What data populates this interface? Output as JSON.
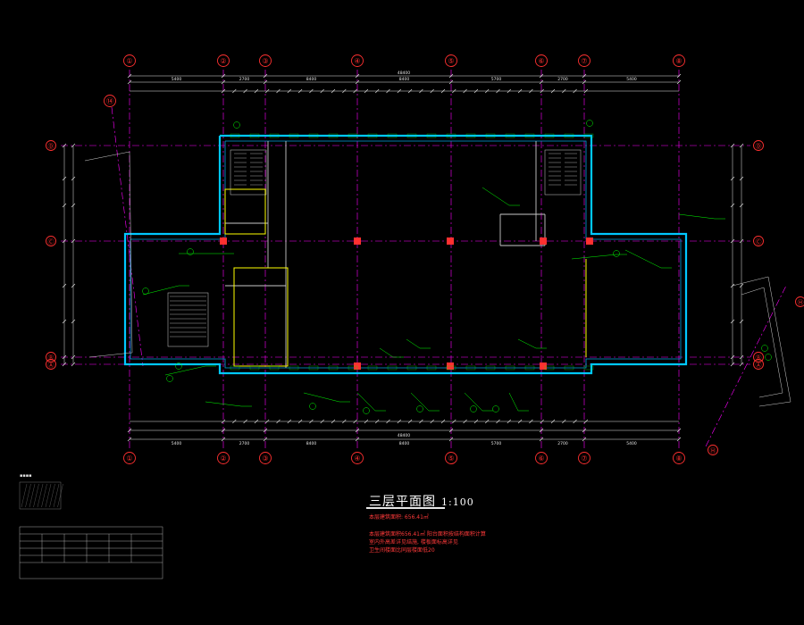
{
  "drawing": {
    "title": "三层平面图",
    "scale": "1:100",
    "notes": [
      "本层建筑面积: 656.41㎡",
      "本层建筑面积656.41㎡ 阳台面积按结构面积计算",
      "室内外高差详见结施, 楼板面标高详见",
      "卫生间楼面比同层楼面低20"
    ]
  },
  "axes": {
    "numbered": [
      "①",
      "②",
      "③",
      "④",
      "⑤",
      "⑥",
      "⑦",
      "⑧",
      "⑭"
    ],
    "lettered": [
      "Ⓐ",
      "Ⓑ",
      "Ⓒ",
      "Ⓓ",
      "Ⓗ"
    ]
  },
  "dimensions": {
    "overall": "48400",
    "segments_top": [
      "5400",
      "2700",
      "8400",
      "8400",
      "5700",
      "2700",
      "5400"
    ]
  },
  "colors": {
    "background": "#000000",
    "wall": "#00c8ff",
    "axis_line": "#ff00ff",
    "axis_bubble": "#ff3030",
    "dimension": "#e6e6e6",
    "annotation": "#00ff00",
    "door": "#ffff00",
    "column": "#ff3030"
  }
}
